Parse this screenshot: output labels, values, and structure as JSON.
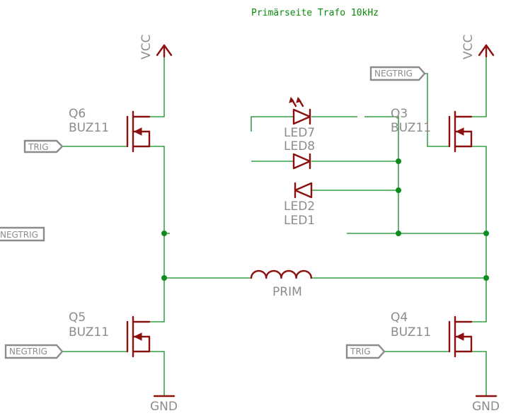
{
  "title": "Primärseite Trafo 10kHz",
  "power": {
    "vcc_left": "VCC",
    "vcc_right": "VCC",
    "gnd_left": "GND",
    "gnd_right": "GND"
  },
  "transistors": {
    "q6": {
      "name": "Q6",
      "value": "BUZ11"
    },
    "q5": {
      "name": "Q5",
      "value": "BUZ11"
    },
    "q3": {
      "name": "Q3",
      "value": "BUZ11"
    },
    "q4": {
      "name": "Q4",
      "value": "BUZ11"
    }
  },
  "leds": {
    "led7": "LED7",
    "led8": "LED8",
    "led2": "LED2",
    "led1": "LED1"
  },
  "inductor": "PRIM",
  "ports": {
    "trig_left": "TRIG",
    "negtrig_mid": "NEGTRIG",
    "negtrig_bottom_left": "NEGTRIG",
    "negtrig_top_right": "NEGTRIG",
    "trig_bottom_right": "TRIG"
  },
  "colors": {
    "wire": "#0f8c1e",
    "symbol": "#8b1010",
    "label": "#8c8c8c",
    "title": "#0a8a0a"
  }
}
